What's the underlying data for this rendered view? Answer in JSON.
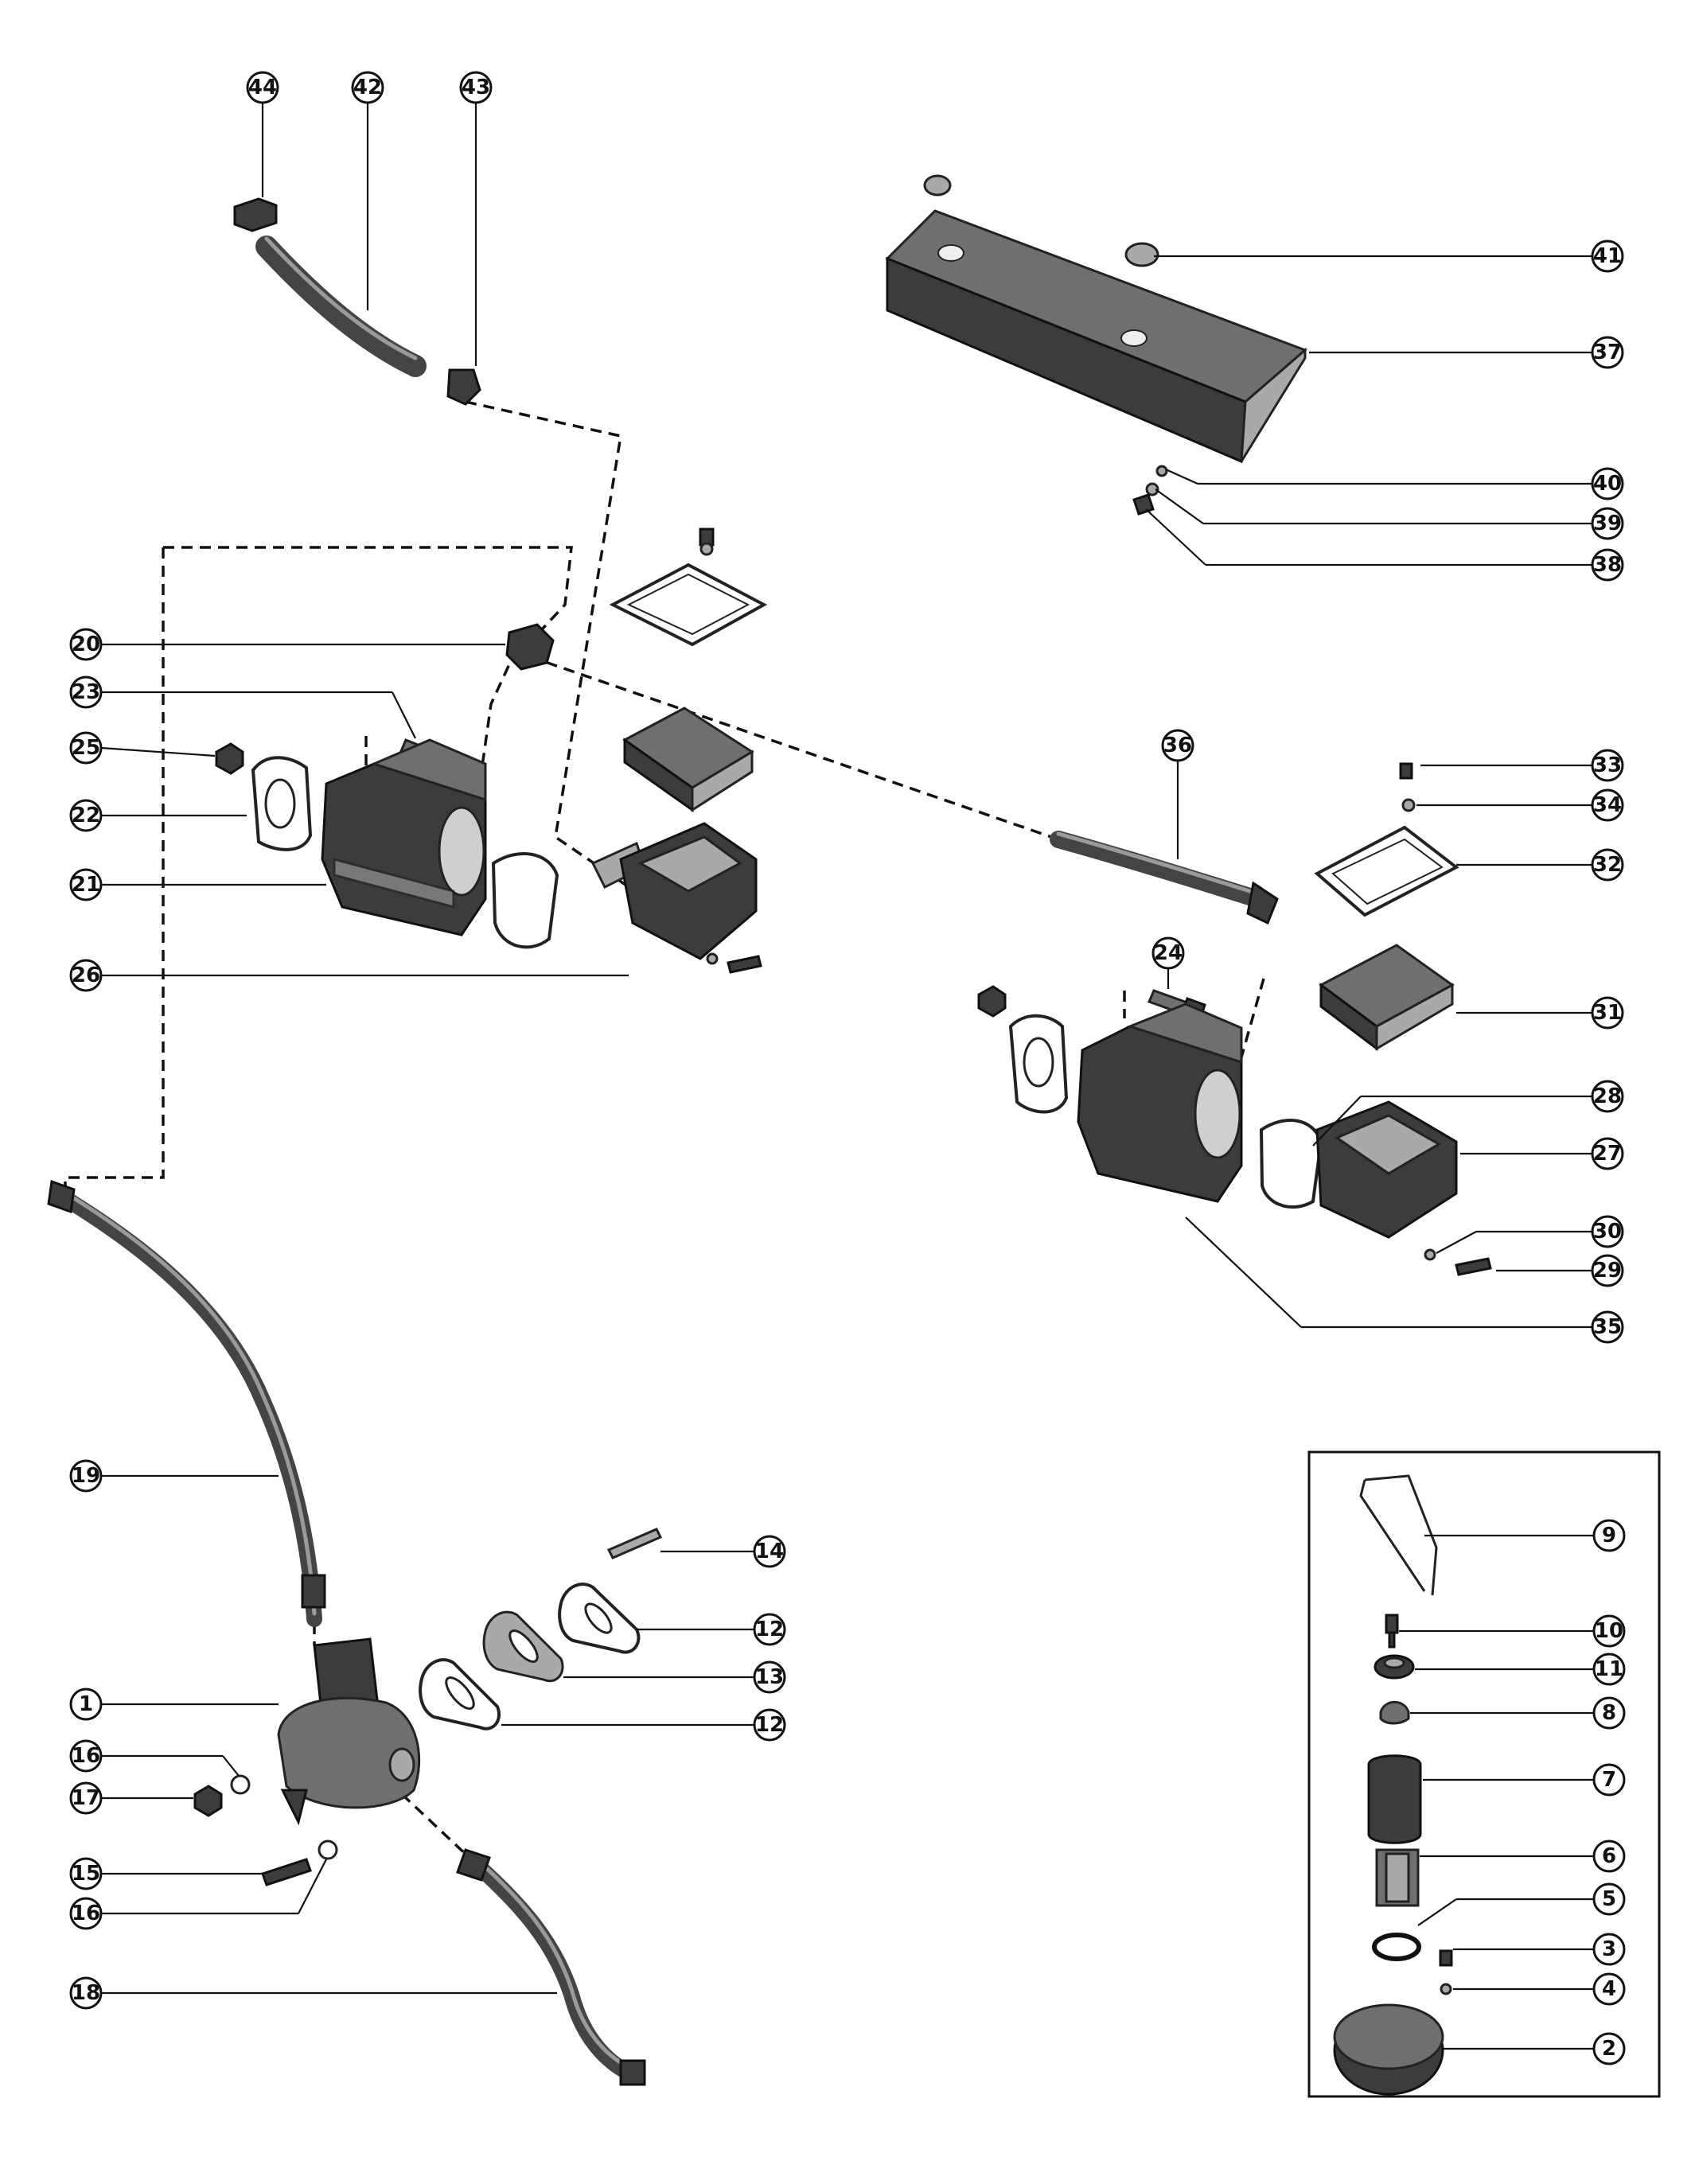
{
  "colors": {
    "ink": "#111111",
    "part_fill": "#6f6f6f",
    "background": "#ffffff"
  },
  "callouts": [
    "44",
    "42",
    "43",
    "41",
    "37",
    "40",
    "39",
    "38",
    "20",
    "23",
    "25",
    "22",
    "21",
    "26",
    "36",
    "33",
    "34",
    "32",
    "24",
    "31",
    "28",
    "27",
    "30",
    "29",
    "35",
    "19",
    "14",
    "12",
    "13",
    "1",
    "16",
    "17",
    "15",
    "18",
    "9",
    "10",
    "11",
    "8",
    "7",
    "6",
    "5",
    "3",
    "4",
    "2"
  ]
}
